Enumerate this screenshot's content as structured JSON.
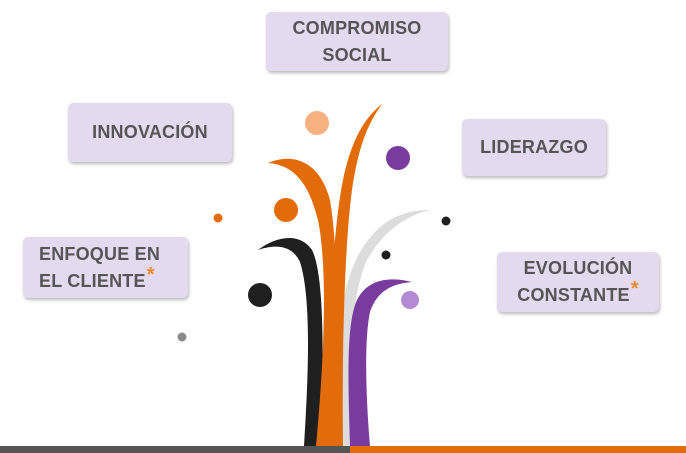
{
  "values": {
    "compromiso_social": {
      "line1": "COMPROMISO",
      "line2": "SOCIAL"
    },
    "innovacion": {
      "label": "INNOVACIÓN"
    },
    "liderazgo": {
      "label": "LIDERAZGO"
    },
    "enfoque_cliente": {
      "line1": "ENFOQUE EN",
      "line2": "EL CLIENTE",
      "marker": "*"
    },
    "evolucion_constante": {
      "line1": "EVOLUCIÓN",
      "line2": "CONSTANTE",
      "marker": "*"
    }
  },
  "colors": {
    "box_background": "#e4daef",
    "text": "#555555",
    "accent_orange": "#e36c0a",
    "light_orange": "#f7b080",
    "purple": "#7a3b9e",
    "light_purple": "#b58ad4",
    "dark": "#1f1f1f",
    "grey": "#dcdcdc",
    "ground_grey": "#555555",
    "ground_orange": "#e36c0a"
  }
}
